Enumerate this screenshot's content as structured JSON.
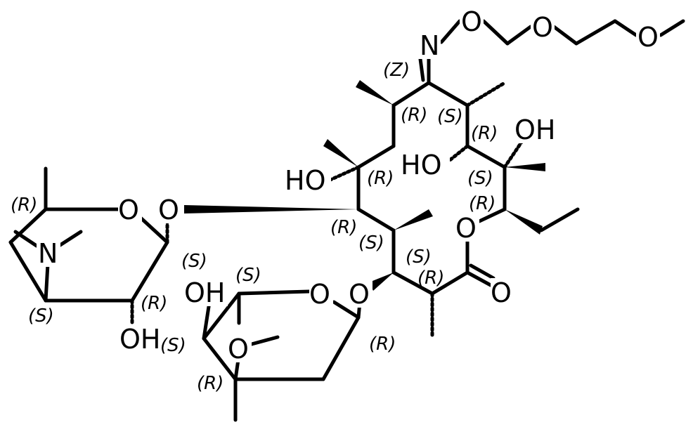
{
  "atoms": {
    "n_oxime": "N",
    "o_oxime": "O",
    "o_chain_1": "O",
    "o_chain_2": "O",
    "oh_c11": "OH",
    "ho_c12": "HO",
    "ho_c6": "HO",
    "o_lactone_ring": "O",
    "o_carbonyl": "O",
    "o_glyco_desosamine": "O",
    "o_desosamine_ring": "O",
    "n_dimethylamino": "N",
    "oh_desosamine": "OH",
    "o_glyco_cladinose": "O",
    "o_cladinose_ring": "O",
    "oh_cladinose": "OH",
    "o_methoxy": "O"
  },
  "stereo": {
    "z_oxime": "(Z)",
    "c8": "(R)",
    "c10": "(S)",
    "c11": "(R)",
    "c6": "(R)",
    "c12": "(S)",
    "c13": "(R)",
    "c5": "(R)",
    "c4": "(S)",
    "c3": "(S)",
    "c2": "(R)",
    "des_c5": "(R)",
    "des_c1": "(S)",
    "des_c2": "(R)",
    "des_c3": "(S)",
    "cla_c5": "(S)",
    "cla_c4": "(S)",
    "cla_c3": "(R)",
    "cla_c1": "(R)"
  }
}
